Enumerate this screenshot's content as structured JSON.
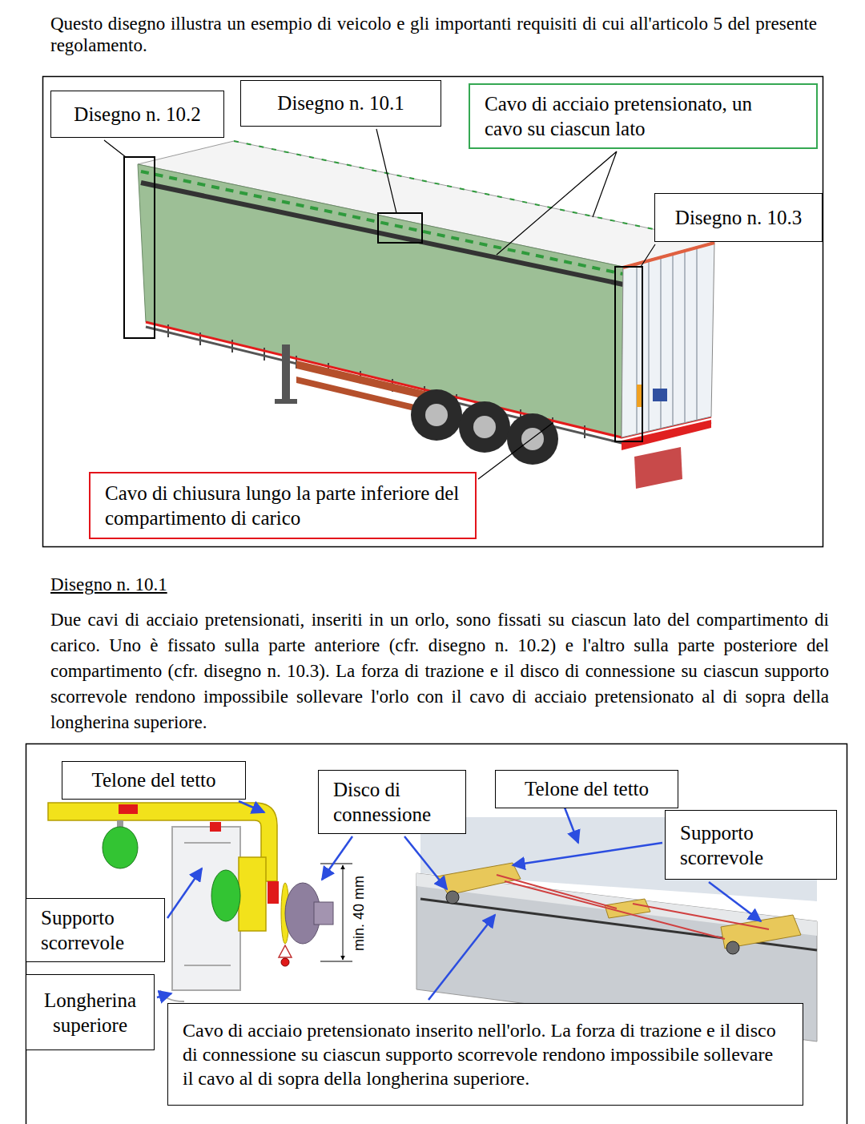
{
  "diagram": {
    "nodes": [
      {
        "text": [
          "Disegno n. 10.2"
        ]
      },
      {
        "text": [
          "Disegno n. 10.1"
        ]
      },
      {
        "text": [
          "Cavo di acciaio pretensionato, un cavo su ciascun lato"
        ]
      },
      {
        "text": [
          "Disegno n. 10.3"
        ]
      },
      {
        "text": [
          "Cavo di chiusura lungo la parte inferiore del compartimento di carico"
        ]
      },
      {
        "text": [
          "Telone del tetto"
        ]
      },
      {
        "text": [
          "Disco di connessione"
        ]
      },
      {
        "text": [
          "Telone del tetto"
        ]
      },
      {
        "text": [
          "Supporto scorrevole"
        ]
      },
      {
        "text": [
          "Supporto scorrevole"
        ]
      },
      {
        "text": [
          "Longherina superiore"
        ]
      },
      {
        "text": [
          "Cavo di acciaio pretensionato inserito nell'orlo. La forza di trazione e il disco di connessione su ciascun supporto scorrevole rendono impossibile sollevare il cavo al di sopra della longherina superiore."
        ]
      }
    ],
    "labels": [
      "Questo disegno illustra un esempio di veicolo e gli importanti requisiti di cui all'articolo 5 del presente regolamento.",
      "Disegno n. 10.1",
      "Due cavi di acciaio pretensionati, inseriti in un orlo, sono fissati su ciascun lato del compartimento di carico. Uno è fissato sulla parte anteriore (cfr. disegno n. 10.2) e l'altro sulla parte posteriore del compartimento (cfr. disegno n. 10.3). La forza di trazione e il disco di connessione su ciascun supporto scorrevole rendono impossibile sollevare l'orlo con il cavo di acciaio pretensionato al di sopra della longherina superiore.",
      "min. 40 mm"
    ]
  }
}
